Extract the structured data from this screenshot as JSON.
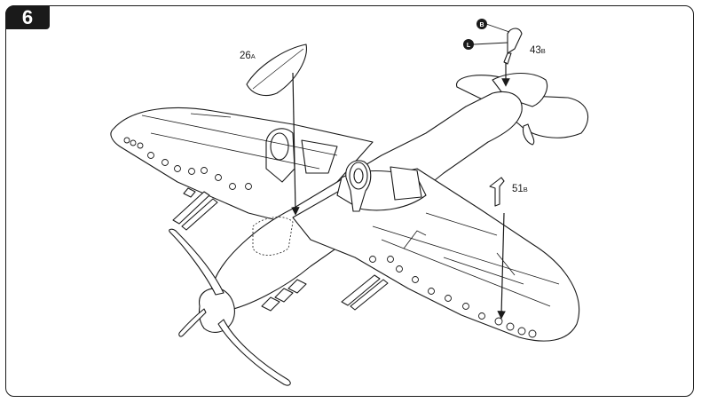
{
  "step": {
    "number": "6"
  },
  "parts": [
    {
      "num": "26",
      "suffix": "A"
    },
    {
      "num": "43",
      "suffix": "B"
    },
    {
      "num": "51",
      "suffix": "B"
    }
  ],
  "markers": [
    {
      "letter": "B"
    },
    {
      "letter": "L"
    }
  ]
}
